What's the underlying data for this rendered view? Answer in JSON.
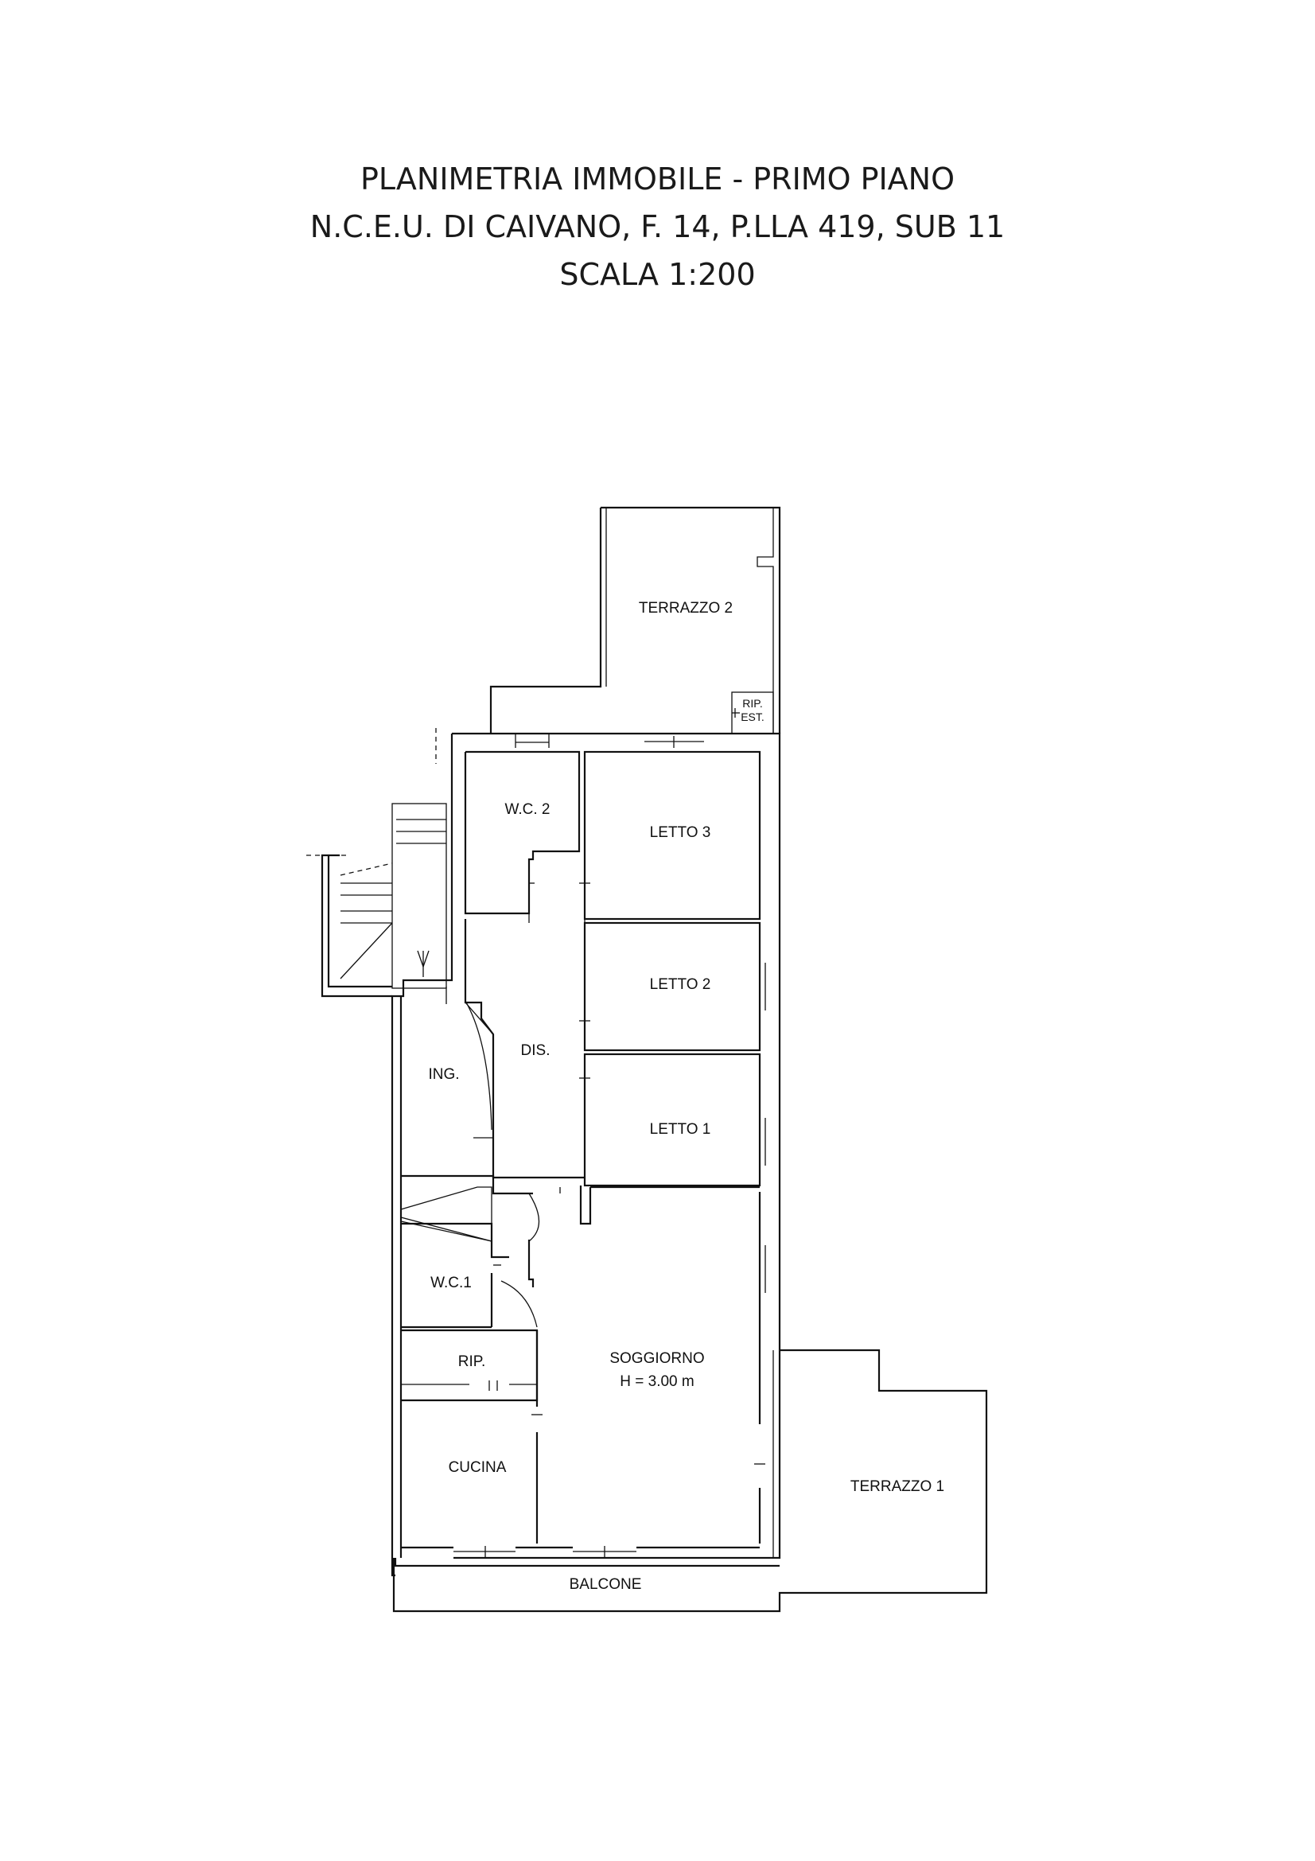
{
  "header": {
    "line1": "PLANIMETRIA IMMOBILE - PRIMO PIANO",
    "line2": "N.C.E.U. DI CAIVANO, F. 14, P.LLA 419, SUB 11",
    "line3": "SCALA 1:200"
  },
  "rooms": {
    "terrazzo2": "TERRAZZO 2",
    "rip_est_1": "RIP.",
    "rip_est_2": "EST.",
    "wc2": "W.C. 2",
    "letto3": "LETTO 3",
    "letto2": "LETTO 2",
    "letto1": "LETTO 1",
    "dis": "DIS.",
    "ing": "ING.",
    "wc1": "W.C.1",
    "rip": "RIP.",
    "soggiorno": "SOGGIORNO",
    "soggiorno_height": "H = 3.00 m",
    "cucina": "CUCINA",
    "terrazzo1": "TERRAZZO 1",
    "balcone": "BALCONE"
  },
  "colors": {
    "line": "#111111",
    "background": "#ffffff"
  }
}
